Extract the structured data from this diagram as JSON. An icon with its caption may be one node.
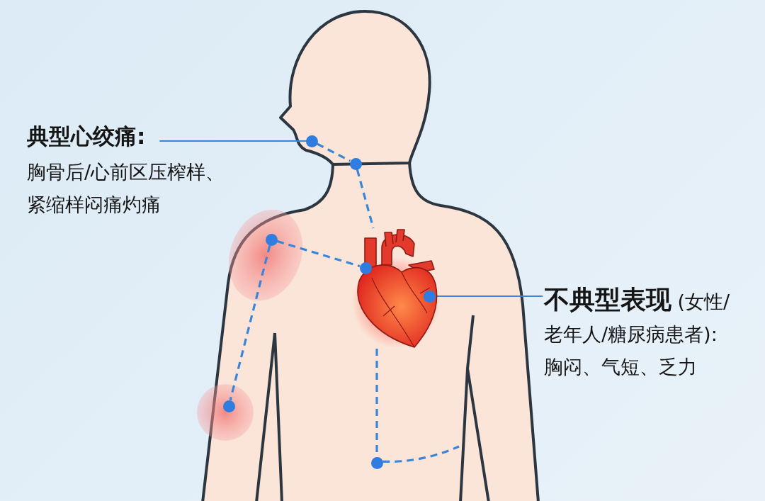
{
  "diagram": {
    "nodes": [
      {
        "text": [
          "典型心绞痛:",
          "胸骨后/心前区压榨样、紧缩样闷痛灼痛"
        ]
      },
      {
        "text": [],
        "shape": "picture"
      },
      {
        "text": [
          "**不典型表现** (女性/老年人/糖尿病患者):",
          "胸闷、气短、乏力"
        ]
      },
      {
        "text": [],
        "shape": "circle"
      },
      {
        "text": [],
        "shape": "circle"
      },
      {
        "text": [],
        "shape": "circle",
        "in": 1
      },
      {
        "text": [],
        "shape": "circle"
      },
      {
        "text": [],
        "shape": "circle"
      },
      {
        "text": [],
        "shape": "circle",
        "in": 1
      },
      {
        "text": [],
        "shape": "circle"
      }
    ],
    "edges": [
      {
        "from": 0,
        "to": 3,
        "arrow": "none"
      },
      {
        "from": 3,
        "to": 4,
        "arrow": "none",
        "style": "dashed"
      },
      {
        "from": 4,
        "to": 1,
        "arrow": "none",
        "style": "dashed"
      },
      {
        "from": 6,
        "to": 5,
        "arrow": "none",
        "style": "dashed"
      },
      {
        "from": 6,
        "to": 7,
        "arrow": "none",
        "style": "dashed"
      },
      {
        "from": 8,
        "to": 2,
        "arrow": "none"
      },
      {
        "from": 1,
        "to": 9,
        "arrow": "none",
        "style": "dashed"
      },
      {
        "from": 9,
        "to": null,
        "arrow": "none",
        "style": "dashed"
      }
    ]
  }
}
